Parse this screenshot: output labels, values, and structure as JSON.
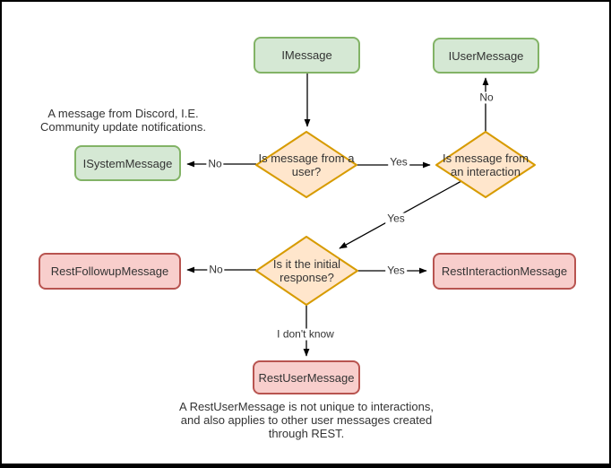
{
  "nodes": {
    "imessage": {
      "label": "IMessage"
    },
    "iusermessage": {
      "label": "IUserMessage"
    },
    "isystemmessage": {
      "label": "ISystemMessage"
    },
    "restfollowupmessage": {
      "label": "RestFollowupMessage"
    },
    "restinteractionmessage": {
      "label": "RestInteractionMessage"
    },
    "restusermessage": {
      "label": "RestUserMessage"
    }
  },
  "decisions": {
    "from_user": {
      "label": "Is message from a user?"
    },
    "from_interaction": {
      "label": "Is message from an interaction"
    },
    "initial_response": {
      "label": "Is it the initial response?"
    }
  },
  "edge_labels": {
    "user_no": "No",
    "user_yes": "Yes",
    "interaction_no": "No",
    "interaction_yes": "Yes",
    "initial_no": "No",
    "initial_yes": "Yes",
    "initial_unknown": "I don't know"
  },
  "notes": {
    "system_message": "A message from Discord, I.E.\nCommunity update notifications.",
    "rest_user_message": "A RestUserMessage is not unique to interactions,\nand also applies to other user messages created\nthrough REST."
  },
  "colors": {
    "interface_fill": "#d5e8d4",
    "interface_border": "#82b366",
    "decision_fill": "#ffe6cc",
    "decision_border": "#d79b00",
    "rest_fill": "#f8cecc",
    "rest_border": "#b85450",
    "edge_stroke": "#000000"
  }
}
